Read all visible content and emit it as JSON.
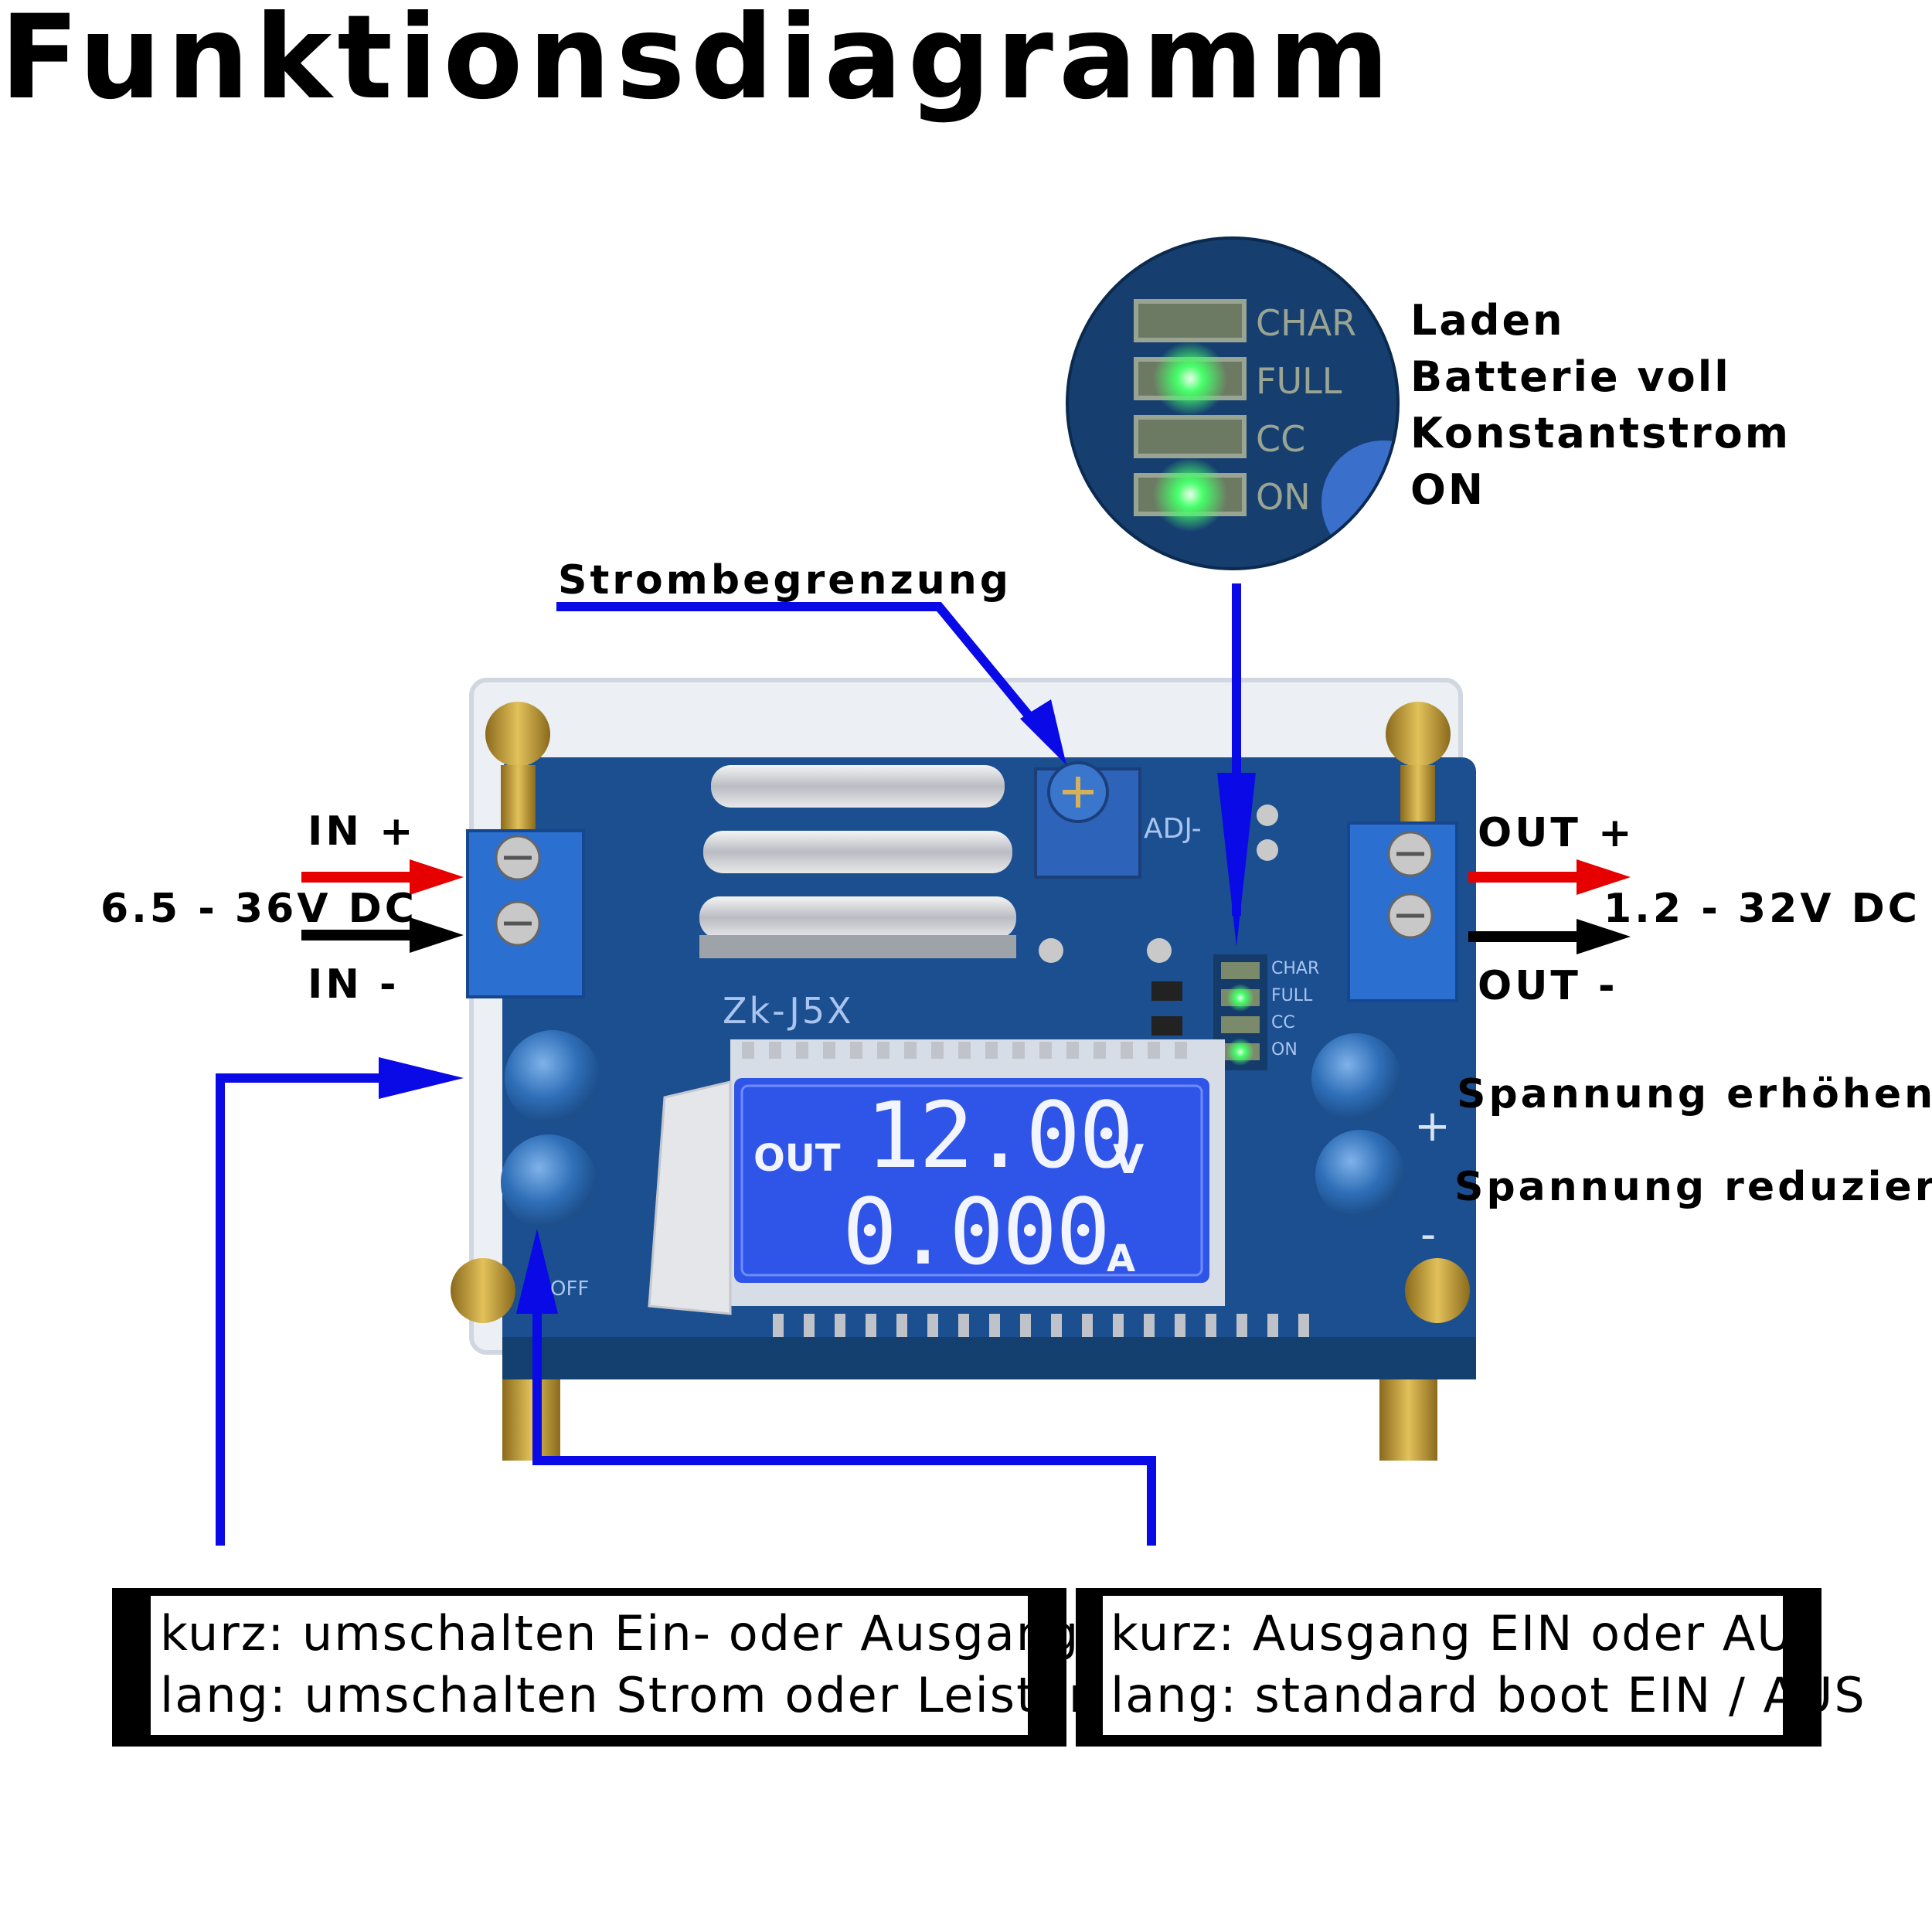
{
  "title": "Funktionsdiagramm",
  "colors": {
    "pointer": "#0a0ae6",
    "input_plus": "#e60000",
    "input_minus": "#000000",
    "pcb": "#1b4f8f",
    "lcd": "#2f54e8",
    "led_on": "#46ff6a",
    "button": "#2f6fb8"
  },
  "board": {
    "model": "Zk-J5X",
    "adj_label": "ADJ-",
    "off_label": "OFF",
    "plus_sign": "+",
    "minus_sign": "-",
    "lcd": {
      "mode": "OUT",
      "voltage": "12.00",
      "voltage_unit": "V",
      "current": "0.000",
      "current_unit": "A"
    },
    "leds": [
      {
        "label": "CHAR",
        "lit": false
      },
      {
        "label": "FULL",
        "lit": true
      },
      {
        "label": "CC",
        "lit": false
      },
      {
        "label": "ON",
        "lit": true
      }
    ]
  },
  "led_legend": [
    "Laden",
    "Batterie voll",
    "Konstantstrom",
    "ON"
  ],
  "labels": {
    "current_limit": "Strombegrenzung",
    "in_plus": "IN +",
    "in_minus": "IN -",
    "in_range": "6.5 - 36V DC",
    "out_plus": "OUT +",
    "out_minus": "OUT -",
    "out_range": "1.2 - 32V DC",
    "voltage_up": "Spannung erhöhen",
    "voltage_down": "Spannung reduzieren"
  },
  "boxes": {
    "left": {
      "line1": "kurz: umschalten Ein- oder Ausgang",
      "line2": "lang: umschalten Strom oder Leistung"
    },
    "right": {
      "line1": "kurz: Ausgang EIN oder AUS",
      "line2": "lang: standard boot EIN / AUS"
    }
  }
}
